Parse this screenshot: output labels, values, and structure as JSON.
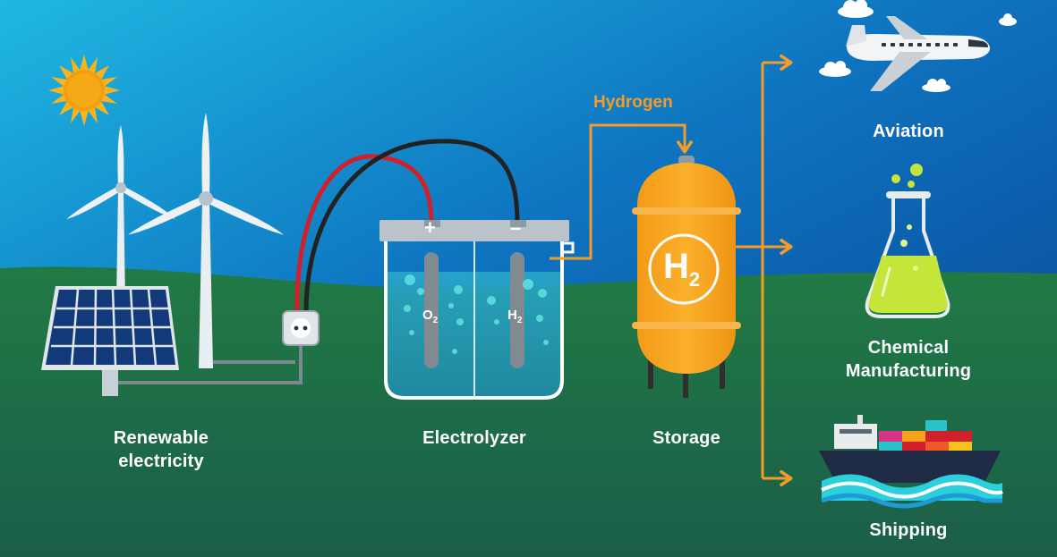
{
  "labels": {
    "renewable_line1": "Renewable",
    "renewable_line2": "electricity",
    "electrolyzer": "Electrolyzer",
    "storage": "Storage",
    "hydrogen": "Hydrogen",
    "aviation": "Aviation",
    "chemical_line1": "Chemical",
    "chemical_line2": "Manufacturing",
    "shipping": "Shipping"
  },
  "electrolyzer": {
    "plus": "+",
    "minus": "–",
    "o2_base": "O",
    "o2_sub": "2",
    "h2_base": "H",
    "h2_sub": "2"
  },
  "tank": {
    "label_base": "H",
    "label_sub": "2"
  },
  "icons": [
    "sun-icon",
    "wind-turbine-icon",
    "solar-panel-icon",
    "power-outlet-icon",
    "electrolyzer-tank-icon",
    "hydrogen-storage-tank-icon",
    "airplane-icon",
    "flask-icon",
    "cargo-ship-icon",
    "cloud-icon"
  ],
  "colors": {
    "sky_top": "#1fb6e0",
    "sky_bottom": "#0a4a9c",
    "ground": "#1d6b45",
    "accent_orange": "#f39c2a",
    "tank_orange": "#f7a21b",
    "wire_red": "#d0202a",
    "wire_black": "#222222"
  }
}
